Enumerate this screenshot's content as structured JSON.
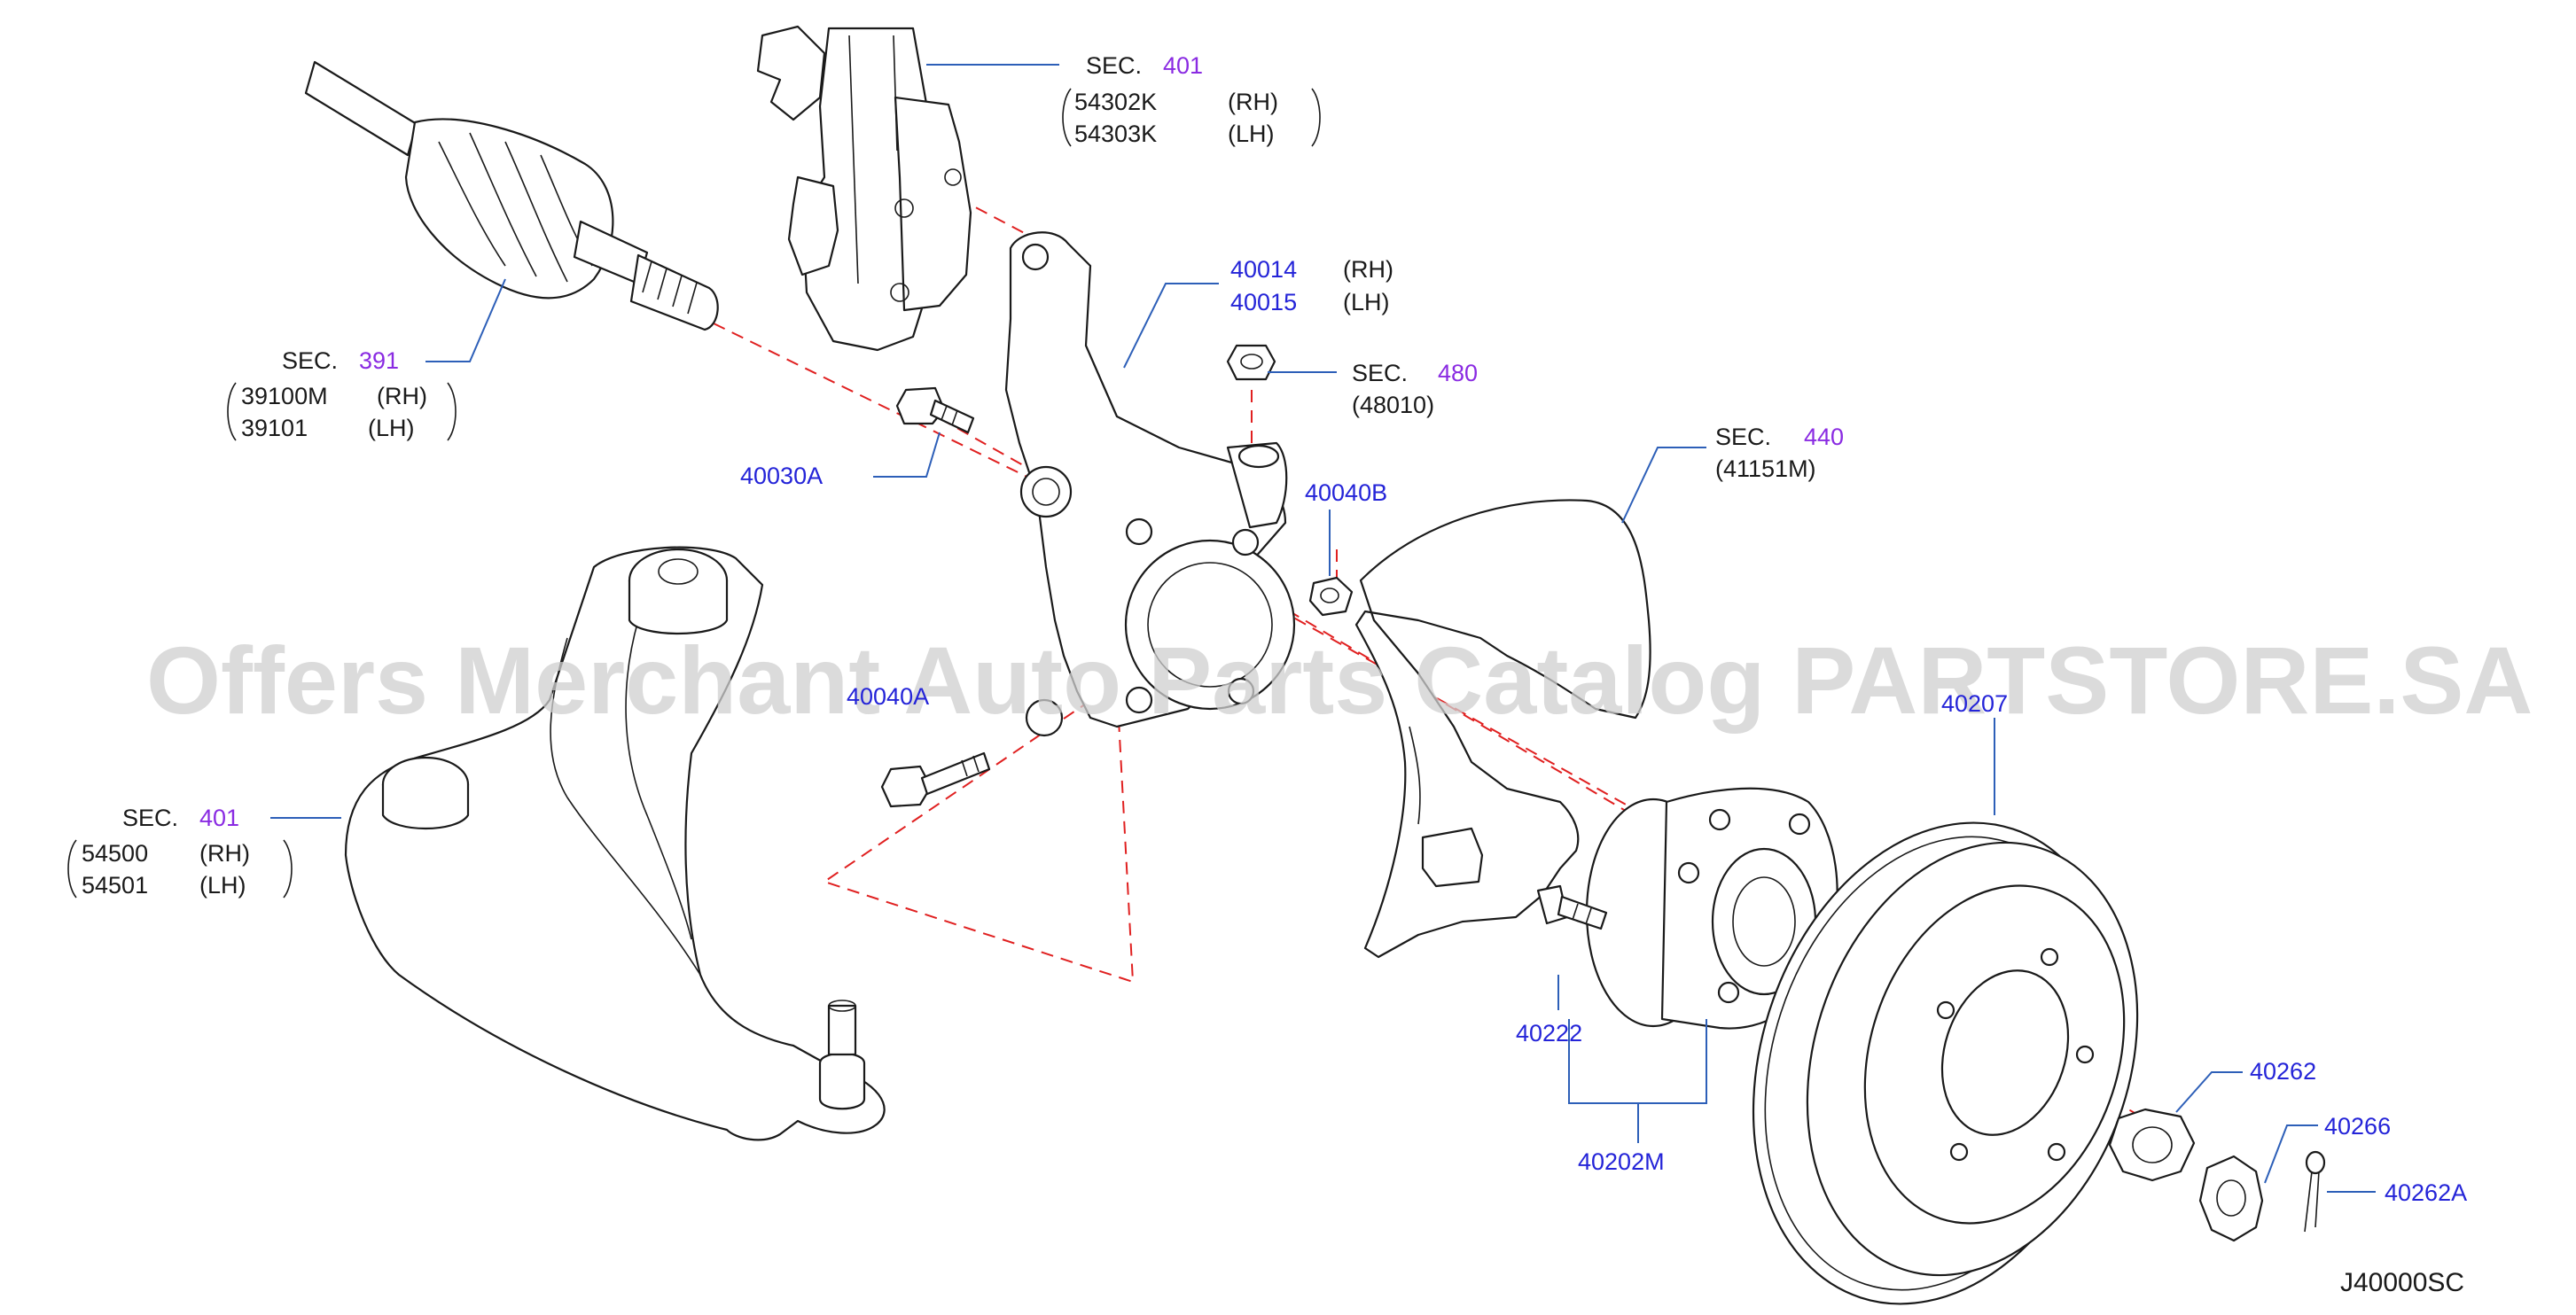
{
  "watermark": "Offers Merchant Auto Parts Catalog PARTSTORE.SA",
  "diagram_code": "J40000SC",
  "colors": {
    "part_number": "#2424d8",
    "section_number": "#8a2be2",
    "leader": "#2d5fb8",
    "centerline": "#e02020",
    "text": "#1a1a1a"
  },
  "labels": {
    "strut": {
      "sec": "SEC.",
      "sec_no": "401",
      "lines": [
        {
          "part": "54302K",
          "side": "(RH)"
        },
        {
          "part": "54303K",
          "side": "(LH)"
        }
      ]
    },
    "axle": {
      "sec": "SEC.",
      "sec_no": "391",
      "lines": [
        {
          "part": "39100M",
          "side": "(RH)"
        },
        {
          "part": "39101",
          "side": "(LH)"
        }
      ]
    },
    "knuckle": {
      "lines": [
        {
          "part": "40014",
          "side": "(RH)"
        },
        {
          "part": "40015",
          "side": "(LH)"
        }
      ]
    },
    "nut_480": {
      "sec": "SEC.",
      "sec_no": "480",
      "sub": "(48010)"
    },
    "bolt_upper": "40030A",
    "nut_40040b": "40040B",
    "bolt_lower": "40040A",
    "dust_shield": {
      "sec": "SEC.",
      "sec_no": "440",
      "sub": "(41151M)"
    },
    "rotor": "40207",
    "lower_arm": {
      "sec": "SEC.",
      "sec_no": "401",
      "lines": [
        {
          "part": "54500",
          "side": "(RH)"
        },
        {
          "part": "54501",
          "side": "(LH)"
        }
      ]
    },
    "hub_bolt": "40222",
    "hub_assembly": "40202M",
    "hub_nut": "40262",
    "nut_cap": "40266",
    "cotter_pin": "40262A"
  }
}
